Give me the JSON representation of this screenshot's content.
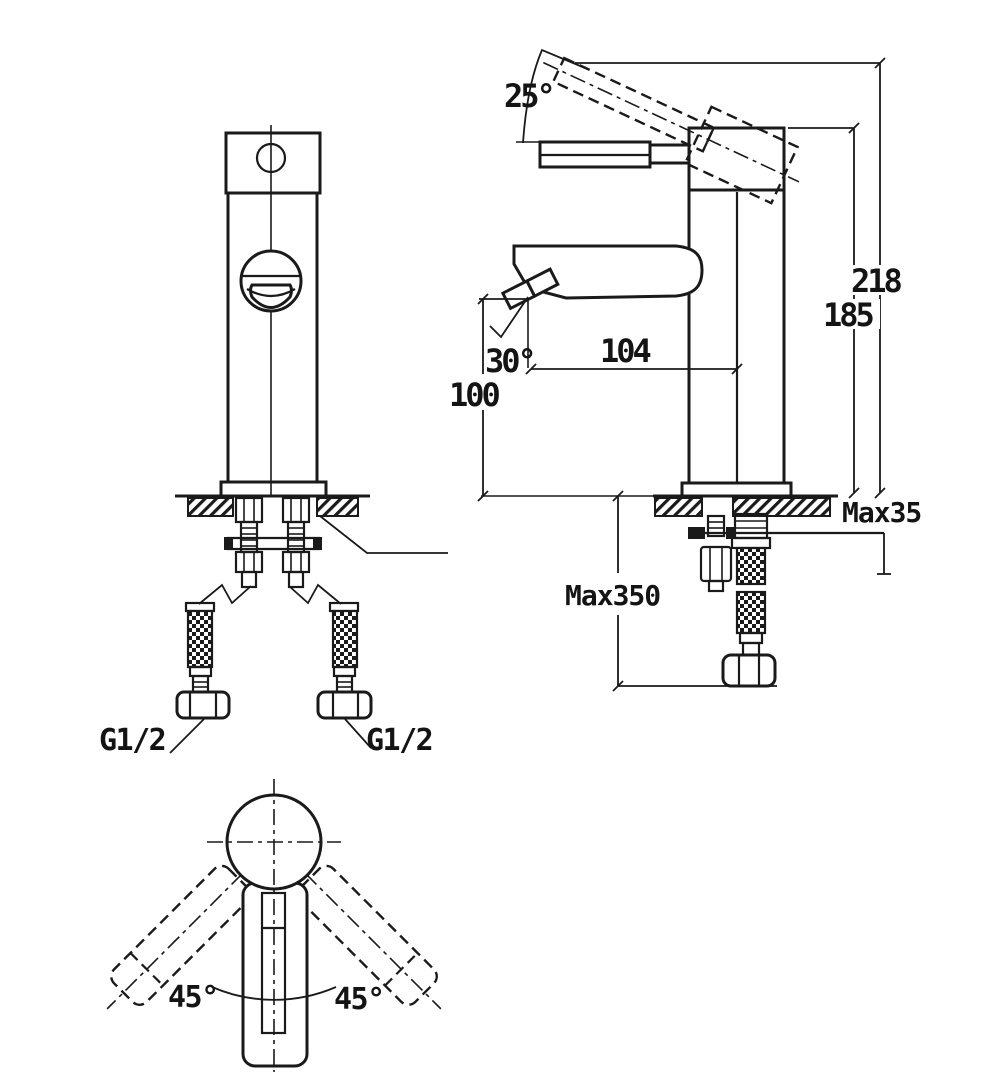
{
  "drawing": {
    "type": "faucet-installation-technical-drawing",
    "colors": {
      "ink": "#1a1a1a",
      "paper": "#ffffff"
    }
  },
  "labels": {
    "handle_lift_angle": "25°",
    "overall_height": "218",
    "body_height": "185",
    "spout_reach": "104",
    "aerator_angle": "30°",
    "spout_height": "100",
    "max_counter_thickness": "Max35",
    "max_hose_reach": "Max350",
    "hose_thread_left": "G1/2",
    "hose_thread_right": "G1/2",
    "swivel_left_angle": "45°",
    "swivel_right_angle": "45°"
  }
}
